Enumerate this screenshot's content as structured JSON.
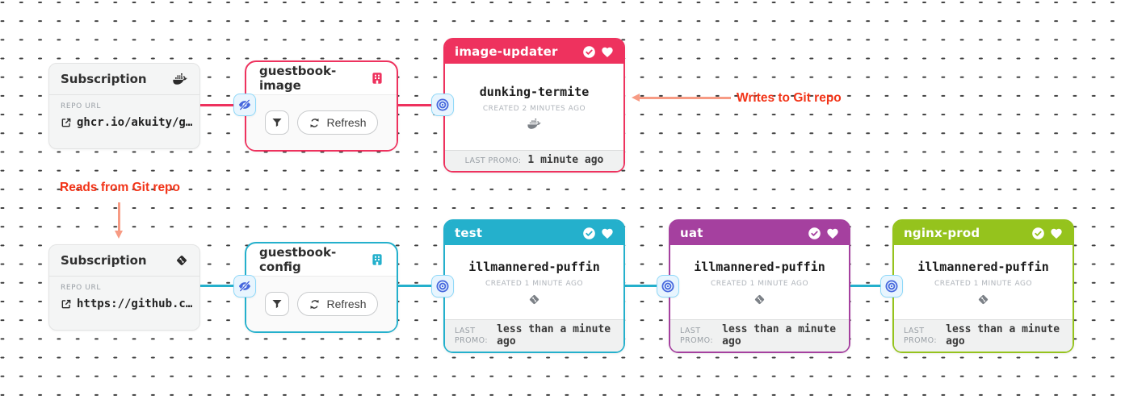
{
  "annotations": {
    "writes_label": "Writes to Git repo",
    "reads_label": "Reads from Git repo"
  },
  "subscriptions": [
    {
      "title": "Subscription",
      "icon": "docker-icon",
      "repo_label": "REPO URL",
      "repo_url": "ghcr.io/akuity/g…"
    },
    {
      "title": "Subscription",
      "icon": "git-icon",
      "repo_label": "REPO URL",
      "repo_url": "https://github.c…"
    }
  ],
  "warehouses": [
    {
      "title": "guestbook-image",
      "accent": "#ee325e",
      "icon": "warehouse-icon",
      "refresh_label": "Refresh"
    },
    {
      "title": "guestbook-config",
      "accent": "#24b0cc",
      "icon": "warehouse-icon",
      "refresh_label": "Refresh"
    }
  ],
  "stages": [
    {
      "name": "image-updater",
      "accent": "#ee325e",
      "freight_name": "dunking-termite",
      "created_label": "CREATED 2 MINUTES AGO",
      "freight_icon": "docker-icon",
      "promo_label": "LAST PROMO:",
      "promo_value": "1 minute ago"
    },
    {
      "name": "test",
      "accent": "#24b0cc",
      "freight_name": "illmannered-puffin",
      "created_label": "CREATED 1 MINUTE AGO",
      "freight_icon": "git-icon",
      "promo_label": "LAST PROMO:",
      "promo_value": "less than a minute ago"
    },
    {
      "name": "uat",
      "accent": "#a5409f",
      "freight_name": "illmannered-puffin",
      "created_label": "CREATED 1 MINUTE AGO",
      "freight_icon": "git-icon",
      "promo_label": "LAST PROMO:",
      "promo_value": "less than a minute ago"
    },
    {
      "name": "nginx-prod",
      "accent": "#95c31d",
      "freight_name": "illmannered-puffin",
      "created_label": "CREATED 1 MINUTE AGO",
      "freight_icon": "git-icon",
      "promo_label": "LAST PROMO:",
      "promo_value": "less than a minute ago"
    }
  ],
  "colors": {
    "crimson": "#ee325e",
    "teal": "#24b0cc",
    "purple": "#a5409f",
    "green": "#95c31d",
    "connector_blue": "#4667dd",
    "chip_bg": "#e8f5fe",
    "chip_border": "#8fd9f9",
    "annotation_red": "#f23317",
    "annotation_arrow": "#f79b84"
  }
}
